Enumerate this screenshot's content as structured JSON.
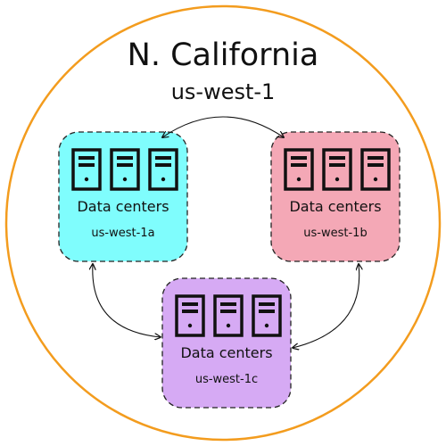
{
  "region": {
    "name": "N. California",
    "code": "us-west-1",
    "border_color": "#f39c1e"
  },
  "zones": [
    {
      "label": "Data centers",
      "code": "us-west-1a",
      "fill": "#7ffdfd"
    },
    {
      "label": "Data centers",
      "code": "us-west-1b",
      "fill": "#f4a8b6"
    },
    {
      "label": "Data centers",
      "code": "us-west-1c",
      "fill": "#d6aaf4"
    }
  ],
  "connections": [
    {
      "from": "us-west-1a",
      "to": "us-west-1b"
    },
    {
      "from": "us-west-1a",
      "to": "us-west-1c"
    },
    {
      "from": "us-west-1b",
      "to": "us-west-1c"
    }
  ],
  "icons": {
    "server": "server-icon"
  }
}
